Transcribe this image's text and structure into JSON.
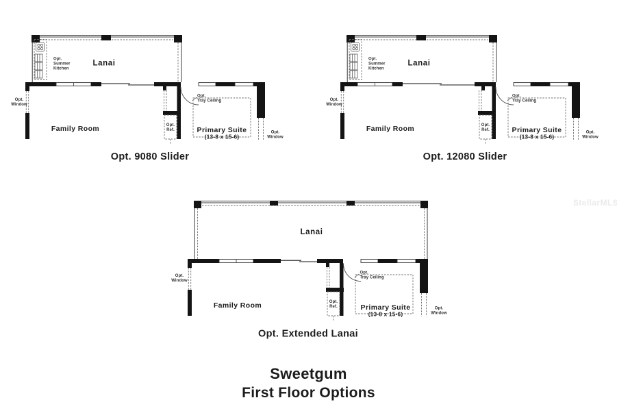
{
  "watermark": "StellarMLS",
  "title": {
    "line1": "Sweetgum",
    "line2": "First Floor Options"
  },
  "plans": [
    {
      "caption": "Opt. 9080 Slider",
      "labels": {
        "lanai": "Lanai",
        "family_room": "Family Room",
        "primary_suite": "Primary Suite",
        "primary_suite_dims": "(13-8 x 15-6)",
        "summer_kitchen": [
          "Opt.",
          "Summer",
          "Kitchen"
        ],
        "window_left": [
          "Opt.",
          "Window"
        ],
        "window_right": [
          "Opt.",
          "Window"
        ],
        "ref": [
          "Opt.",
          "Ref."
        ],
        "tray_ceiling": [
          "Opt.",
          "Tray Ceiling"
        ]
      }
    },
    {
      "caption": "Opt. 12080 Slider",
      "labels": {
        "lanai": "Lanai",
        "family_room": "Family Room",
        "primary_suite": "Primary Suite",
        "primary_suite_dims": "(13-8 x 15-6)",
        "summer_kitchen": [
          "Opt.",
          "Summer",
          "Kitchen"
        ],
        "window_left": [
          "Opt.",
          "Window"
        ],
        "window_right": [
          "Opt.",
          "Window"
        ],
        "ref": [
          "Opt.",
          "Ref."
        ],
        "tray_ceiling": [
          "Opt.",
          "Tray Ceiling"
        ]
      }
    },
    {
      "caption": "Opt. Extended Lanai",
      "labels": {
        "lanai": "Lanai",
        "family_room": "Family Room",
        "primary_suite": "Primary Suite",
        "primary_suite_dims": "(13-8 x 15-6)",
        "window_left": [
          "Opt.",
          "Window"
        ],
        "window_right": [
          "Opt.",
          "Window"
        ],
        "ref": [
          "Opt.",
          "Ref."
        ],
        "tray_ceiling": [
          "Opt.",
          "Tray Ceiling"
        ]
      }
    }
  ]
}
